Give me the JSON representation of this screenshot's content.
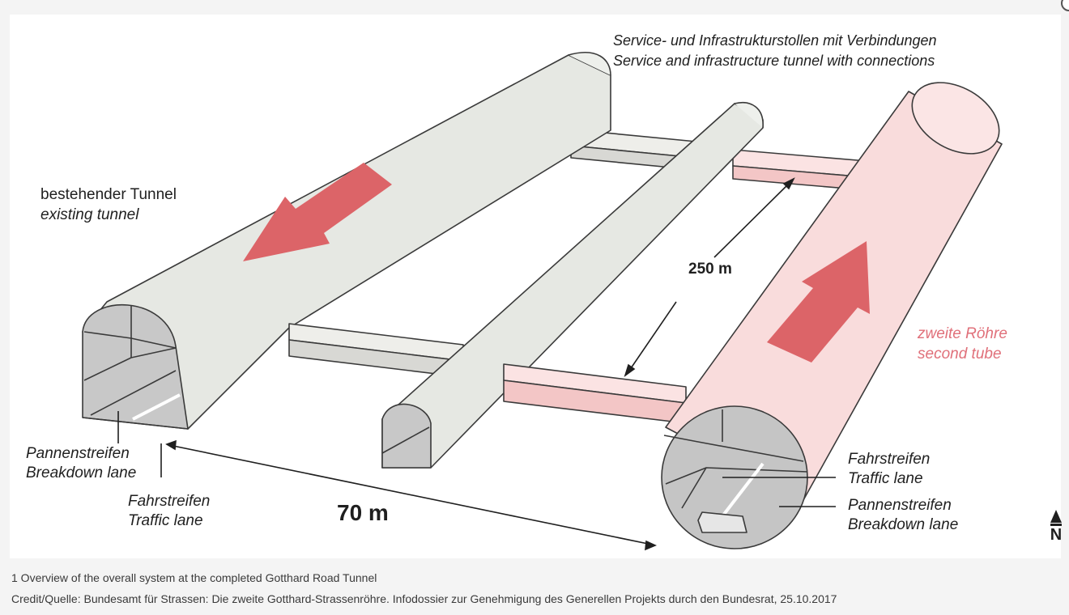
{
  "figure": {
    "service_tunnel_label": {
      "de": "Service- und Infrastrukturstollen mit Verbindungen",
      "en": "Service and infrastructure tunnel with connections"
    },
    "existing_tunnel_label": {
      "de": "bestehender Tunnel",
      "en": "existing tunnel"
    },
    "second_tube_label": {
      "de": "zweite Röhre",
      "en": "second tube"
    },
    "distance_250": "250 m",
    "distance_70": "70 m",
    "left_breakdown_lane": {
      "de": "Pannenstreifen",
      "en": "Breakdown lane"
    },
    "left_traffic_lane": {
      "de": "Fahrstreifen",
      "en": "Traffic lane"
    },
    "right_traffic_lane": {
      "de": "Fahrstreifen",
      "en": "Traffic lane"
    },
    "right_breakdown_lane": {
      "de": "Pannenstreifen",
      "en": "Breakdown lane"
    },
    "north_letter": "N",
    "colors": {
      "existing_tunnel": "#e6e8e3",
      "second_tube": "#f9dcdc",
      "arrow": "#dc6468",
      "second_tube_text": "#e0707a",
      "connector_pink": "#f7d2d2"
    }
  },
  "caption": {
    "line1": "1 Overview of the overall system at the completed Gotthard Road Tunnel",
    "line2": "Credit/Quelle: Bundesamt für Strassen: Die zweite Gotthard-Strassenröhre. Infodossier zur Genehmigung des Generellen Projekts durch den Bundesrat, 25.10.2017"
  }
}
